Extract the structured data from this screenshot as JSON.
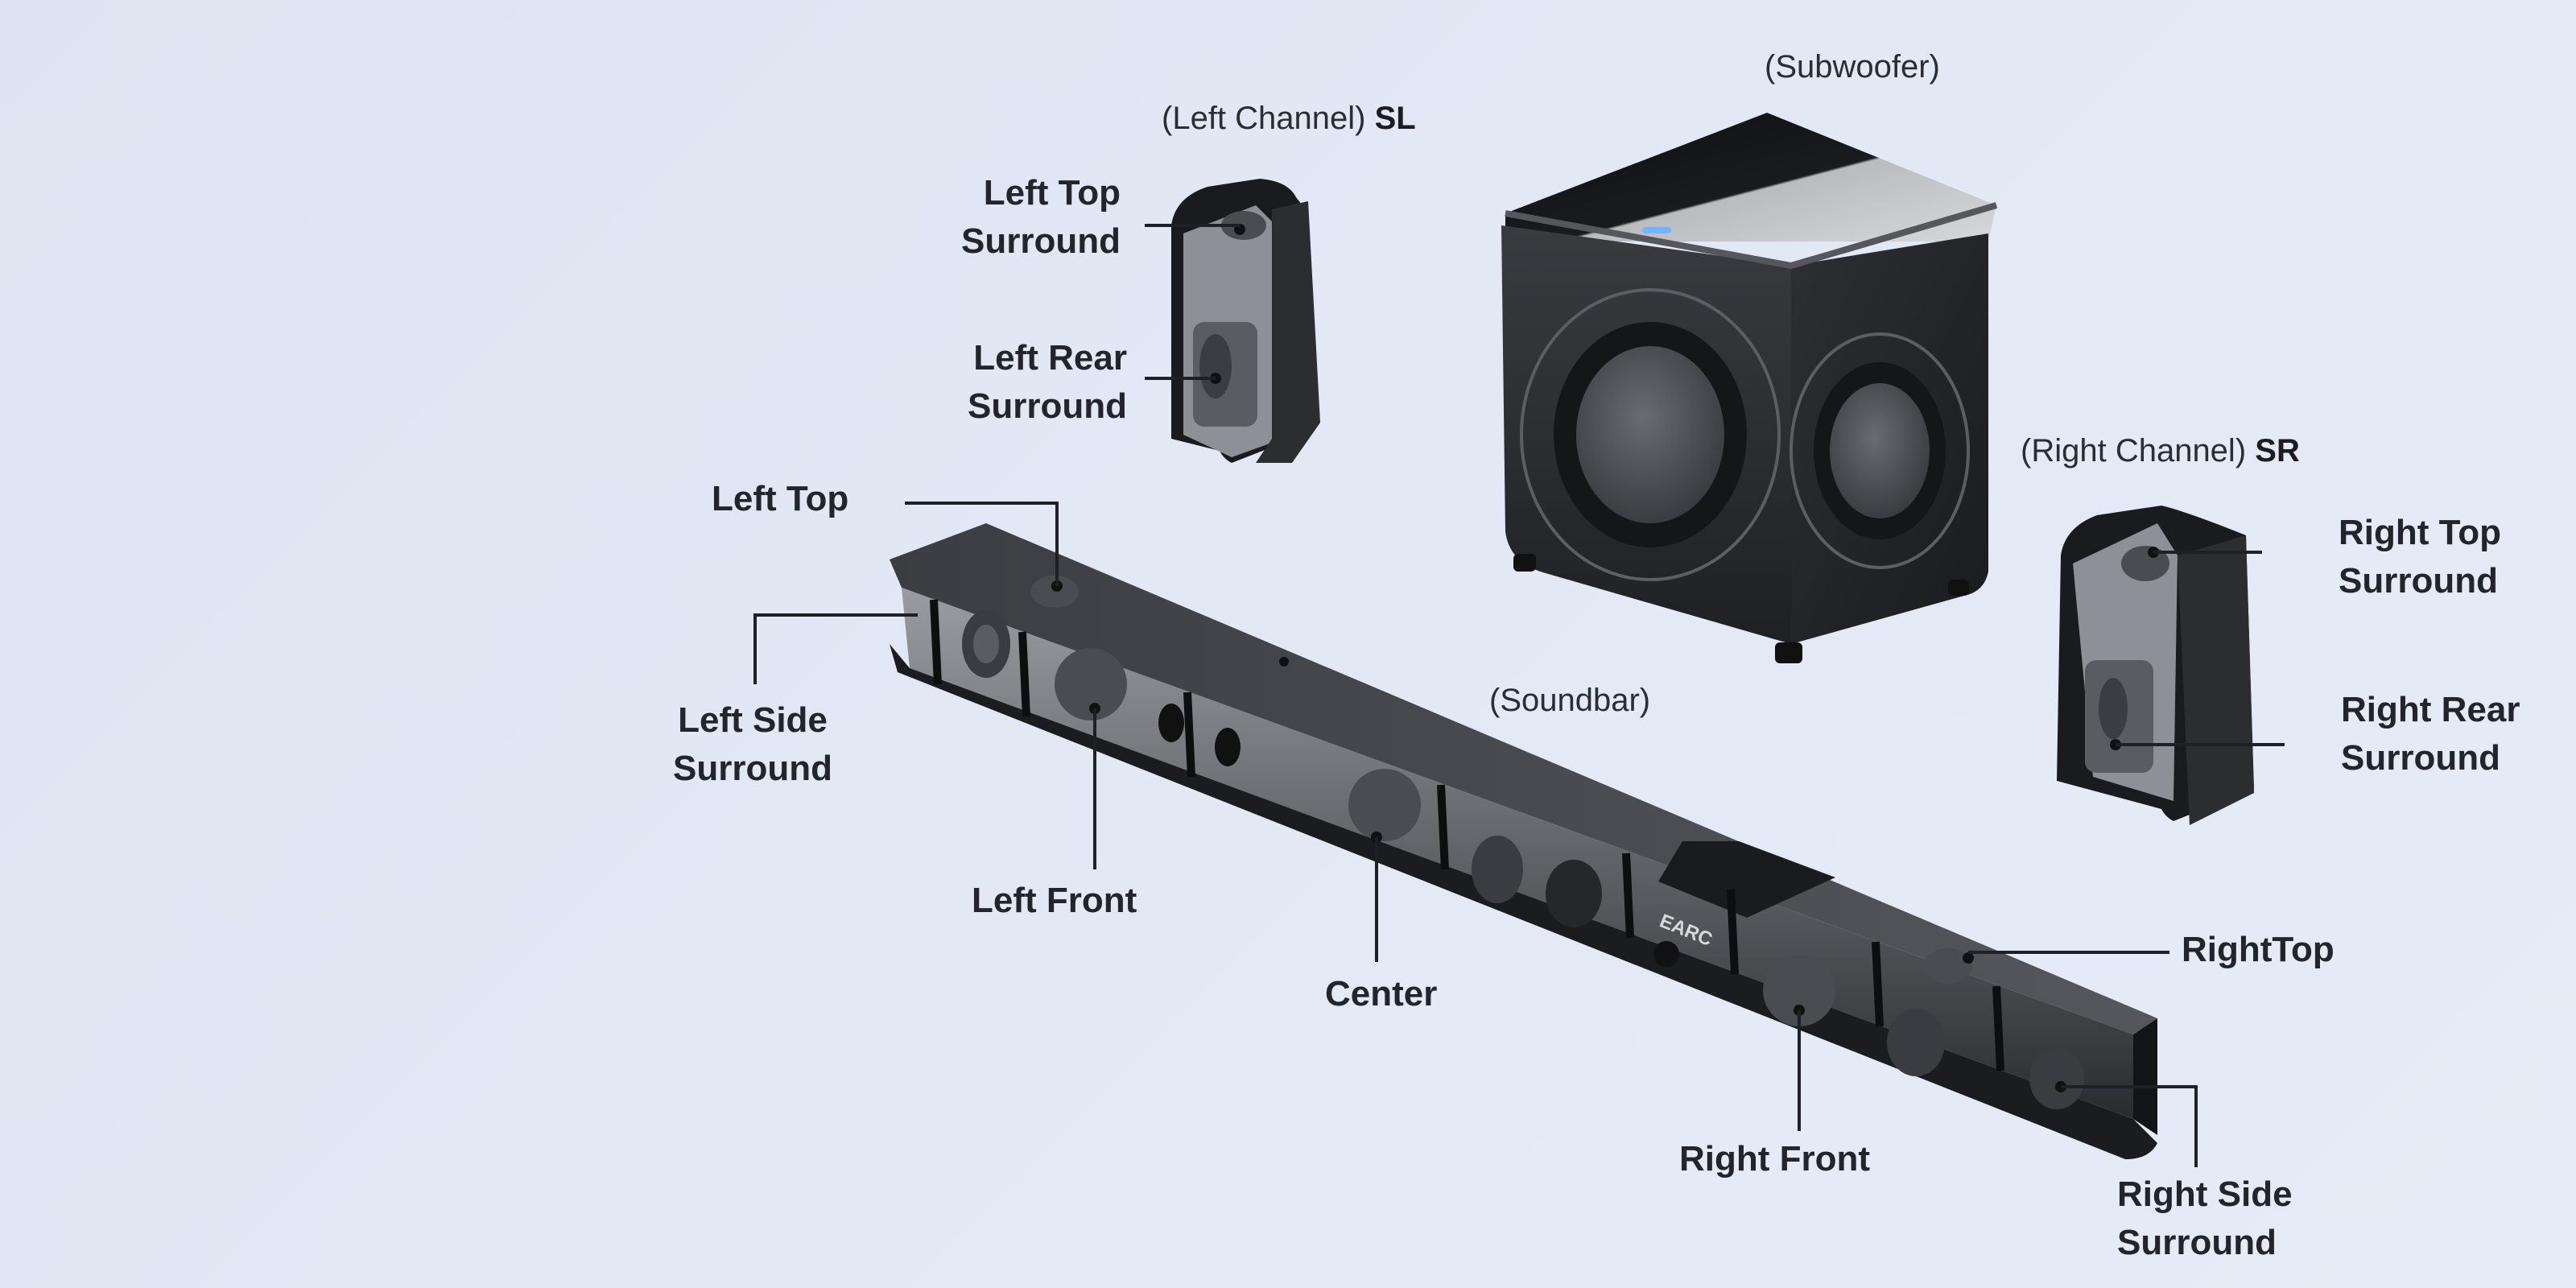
{
  "diagram": {
    "title": "Speaker system channel layout",
    "colors": {
      "background": "#e2e8f4",
      "text": "#22252b",
      "leader_line": "#1d2026",
      "device_body": "#2b2c30",
      "device_dark": "#111214",
      "device_mid": "#4a4c52",
      "device_light": "#8d9096",
      "led": "#6fb6ff"
    },
    "units": [
      {
        "id": "sl",
        "caption_prefix": "(Left Channel)",
        "caption_code": "SL"
      },
      {
        "id": "subwoofer",
        "caption_prefix": "(Subwoofer)",
        "caption_code": ""
      },
      {
        "id": "sr",
        "caption_prefix": "(Right Channel)",
        "caption_code": "SR"
      },
      {
        "id": "soundbar",
        "caption_prefix": "(Soundbar)",
        "caption_code": "",
        "badge_text": "EARC"
      }
    ],
    "drivers": [
      {
        "id": "left-top-surround",
        "unit": "sl",
        "line1": "Left Top",
        "line2": "Surround"
      },
      {
        "id": "left-rear-surround",
        "unit": "sl",
        "line1": "Left Rear",
        "line2": "Surround"
      },
      {
        "id": "right-top-surround",
        "unit": "sr",
        "line1": "Right Top",
        "line2": "Surround"
      },
      {
        "id": "right-rear-surround",
        "unit": "sr",
        "line1": "Right Rear",
        "line2": "Surround"
      },
      {
        "id": "left-top",
        "unit": "soundbar",
        "line1": "Left Top",
        "line2": ""
      },
      {
        "id": "left-side-surround",
        "unit": "soundbar",
        "line1": "Left Side",
        "line2": "Surround"
      },
      {
        "id": "left-front",
        "unit": "soundbar",
        "line1": "Left Front",
        "line2": ""
      },
      {
        "id": "center",
        "unit": "soundbar",
        "line1": "Center",
        "line2": ""
      },
      {
        "id": "right-top",
        "unit": "soundbar",
        "line1": "RightTop",
        "line2": ""
      },
      {
        "id": "right-front",
        "unit": "soundbar",
        "line1": "Right Front",
        "line2": ""
      },
      {
        "id": "right-side-surround",
        "unit": "soundbar",
        "line1": "Right Side",
        "line2": "Surround"
      }
    ]
  }
}
